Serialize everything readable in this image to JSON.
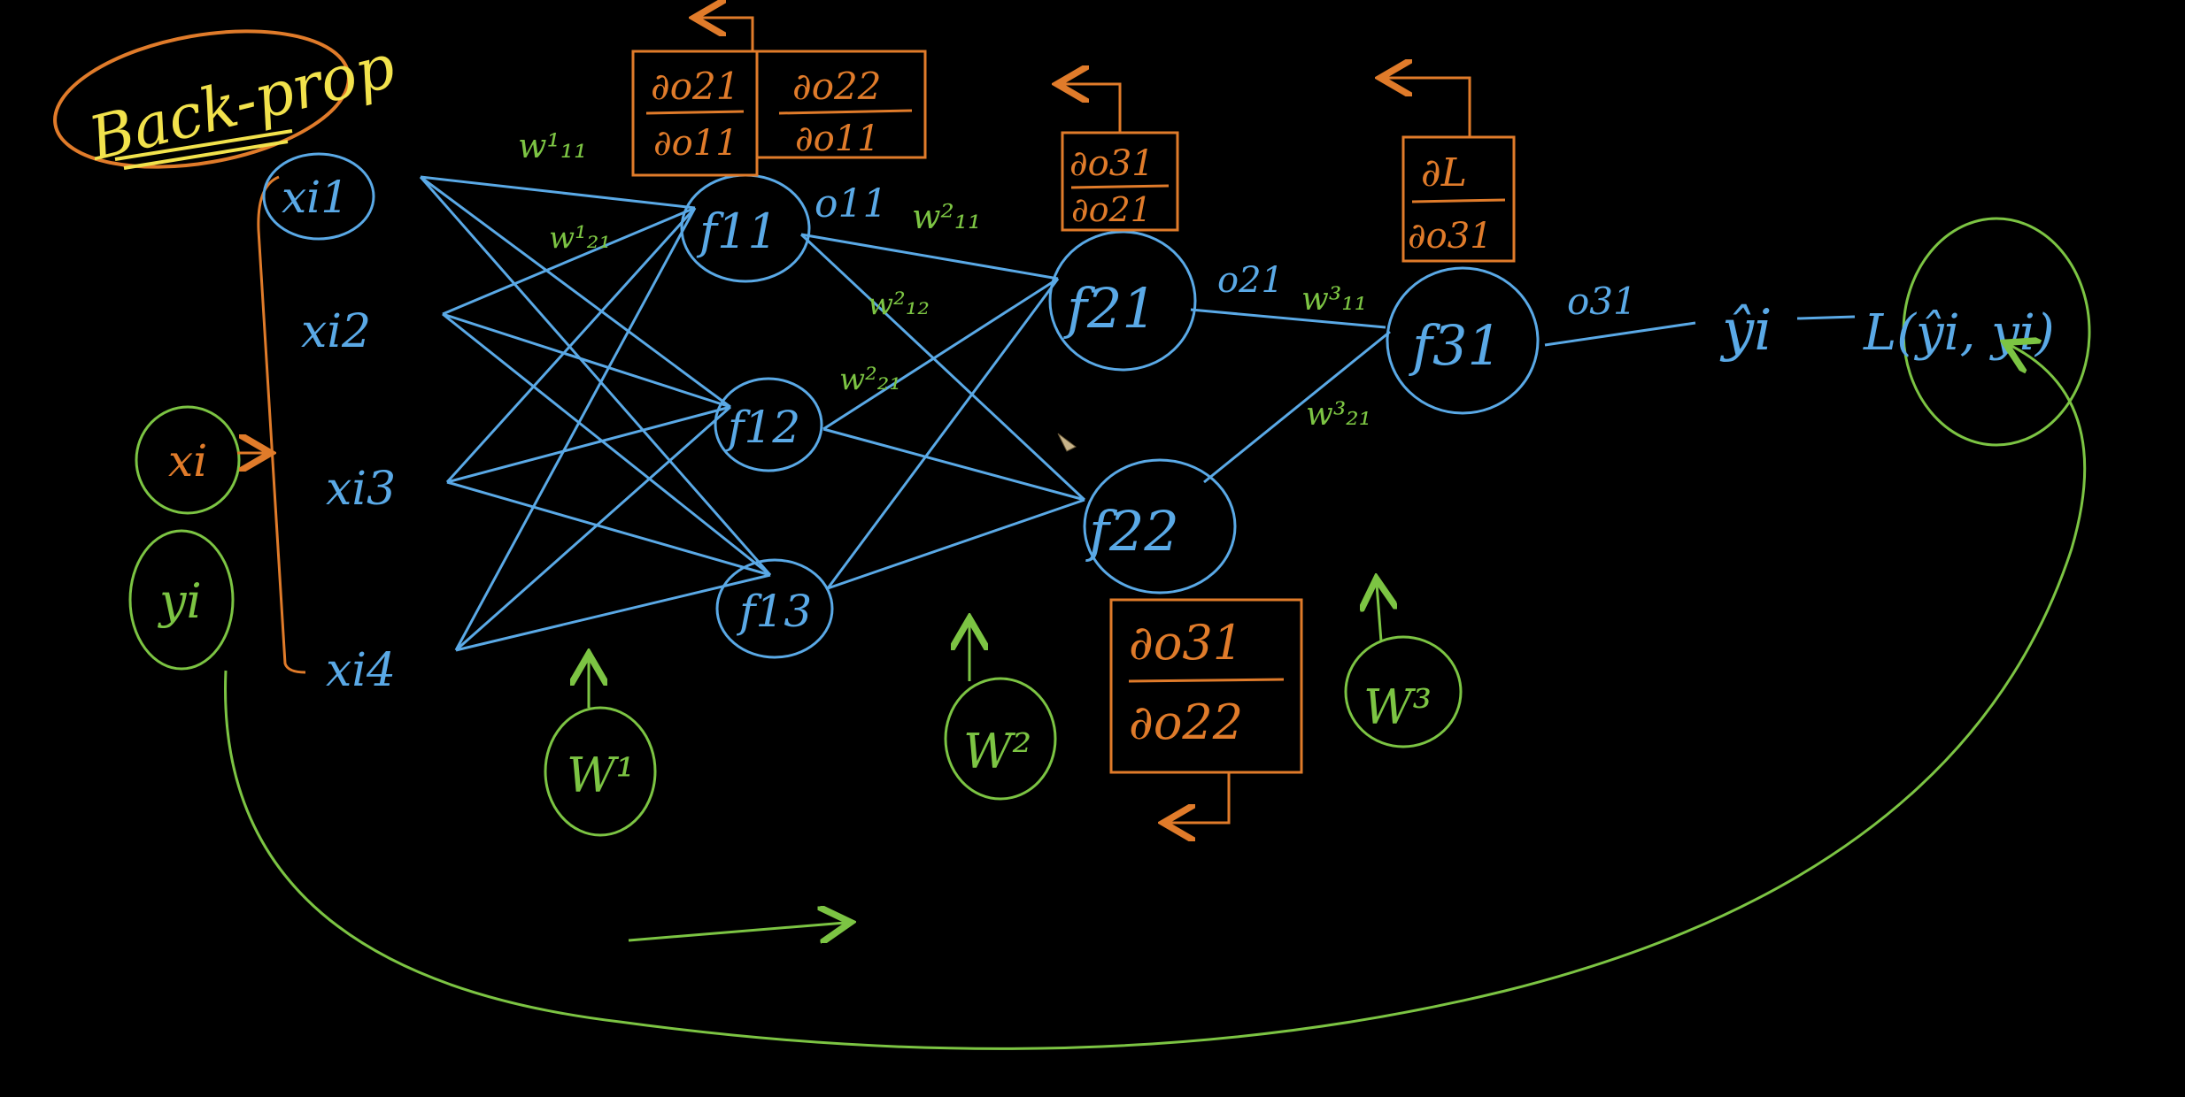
{
  "title": "Back-prop",
  "inputs": [
    "xi1",
    "xi2",
    "xi3",
    "xi4"
  ],
  "input_vector": "xi",
  "target": "yi",
  "layer1": [
    "f11",
    "f12",
    "f13"
  ],
  "layer2": [
    "f21",
    "f22"
  ],
  "layer3": [
    "f31"
  ],
  "output_labels": {
    "o11": "o11",
    "o21": "o21",
    "o31": "o31"
  },
  "prediction": "ŷi",
  "loss": "L(ŷi, yi)",
  "weight_labels": {
    "w1_11": "w¹₁₁",
    "w1_21": "w¹₂₁",
    "w2_11": "w²₁₁",
    "w2_12": "w²₁₂",
    "w2_21": "w²₂₁",
    "w3_11": "w³₁₁",
    "w3_21": "w³₂₁"
  },
  "weight_groups": [
    "W¹",
    "W²",
    "W³"
  ],
  "derivative_boxes": [
    {
      "num": "∂o21",
      "den": "∂o11"
    },
    {
      "num": "∂o22",
      "den": "∂o11"
    },
    {
      "num": "∂o31",
      "den": "∂o21"
    },
    {
      "num": "∂L",
      "den": "∂o31"
    },
    {
      "num": "∂o31",
      "den": "∂o22"
    }
  ],
  "colors": {
    "network": "#5aa9e6",
    "weights": "#7cc443",
    "derivatives": "#e07b2a",
    "title": "#f2e24c",
    "background": "#000000"
  }
}
